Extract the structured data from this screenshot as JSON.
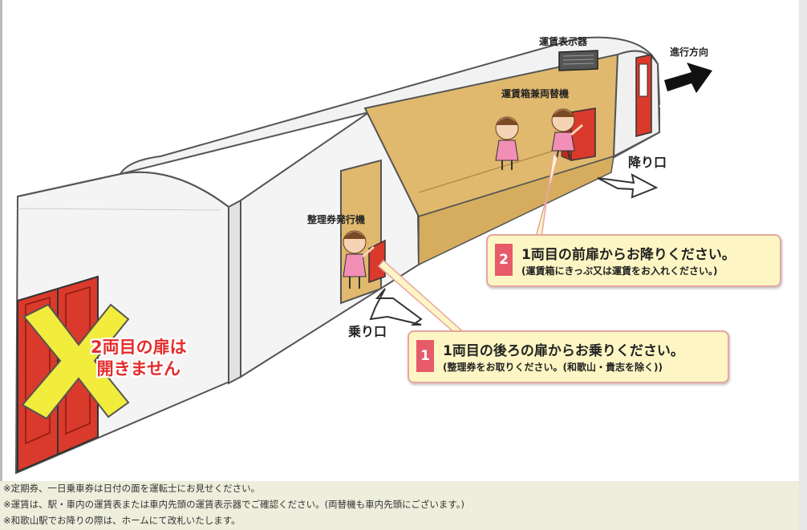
{
  "labels": {
    "fare_display": "運賃表示器",
    "direction": "進行方向",
    "fare_box": "運賃箱兼両替機",
    "exit": "降り口",
    "ticket_machine": "整理券発行機",
    "entrance": "乗り口"
  },
  "callouts": [
    {
      "num": "1",
      "main": "1両目の後ろの扉からお乗りください。",
      "sub": "(整理券をお取りください。(和歌山・貴志を除く))"
    },
    {
      "num": "2",
      "main": "1両目の前扉からお降りください。",
      "sub": "(運賃箱にきっぷ又は運賃をお入れください。)"
    }
  ],
  "no_entry": {
    "line1": "2両目の扉は",
    "line2": "開きません"
  },
  "notes": [
    "※定期券、一日乗車券は日付の面を運転士にお見せください。",
    "※運賃は、駅・車内の運賃表または車内先頭の運賃表示器でご確認ください。(両替機も車内先頭にございます。)",
    "※和歌山駅でお降りの際は、ホームにて改札いたします。"
  ],
  "colors": {
    "door_red": "#d93a2b",
    "interior": "#e0b96e",
    "x_yellow": "#f2ec3c",
    "callout_bg": "#fdf6c4",
    "callout_num": "#e65a6a",
    "notes_bg": "#eeeedd"
  }
}
